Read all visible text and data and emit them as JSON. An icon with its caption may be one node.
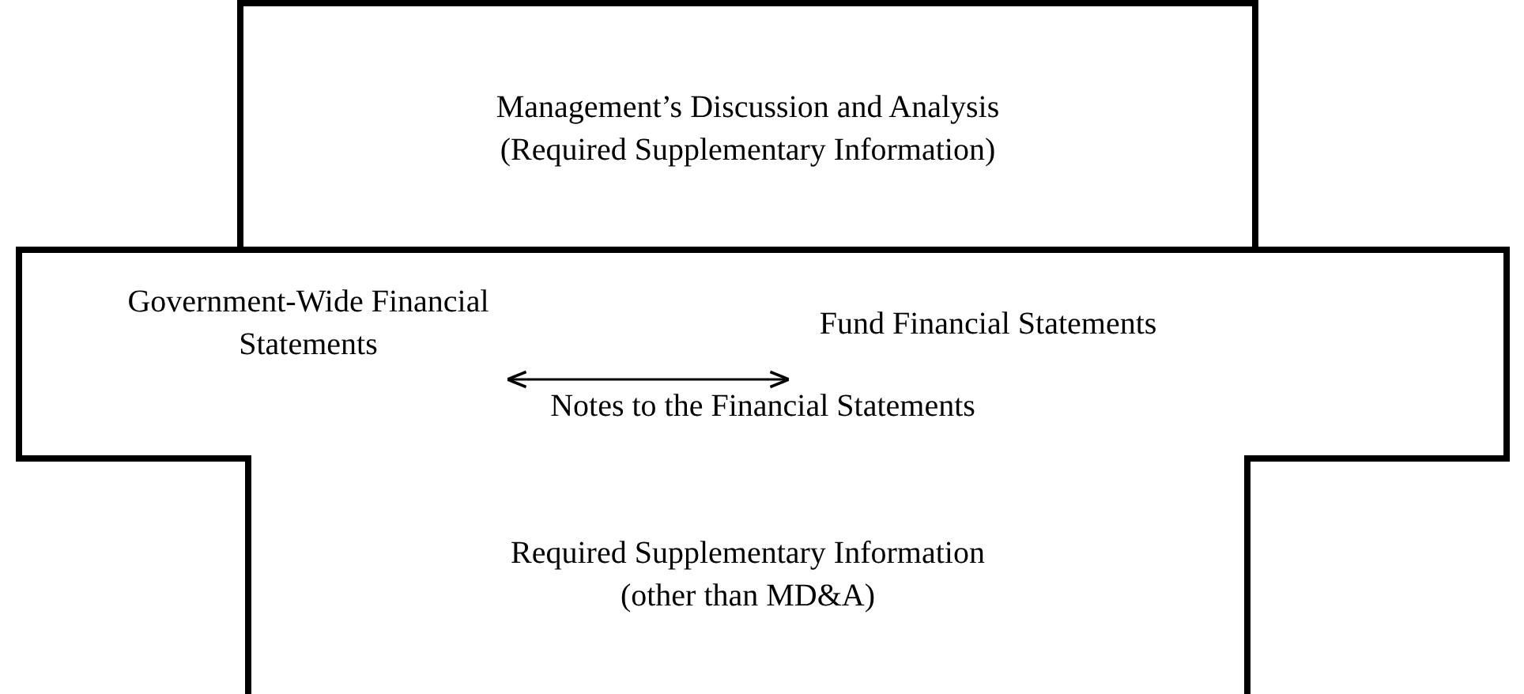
{
  "diagram": {
    "nodes": [
      {
        "text": [
          "Management’s Discussion and Analysis (Required Supplementary Information)"
        ]
      },
      {
        "text": [
          "Notes to the Financial Statements"
        ]
      },
      {
        "text": [
          "Government-Wide Financial Statements"
        ],
        "in": 1
      },
      {
        "text": [
          "Fund Financial Statements"
        ],
        "in": 1
      },
      {
        "text": [
          "Required Supplementary Information (other than MD&A)"
        ]
      }
    ],
    "edges": [
      {
        "from": 2,
        "to": 3,
        "arrow": "both"
      }
    ]
  }
}
